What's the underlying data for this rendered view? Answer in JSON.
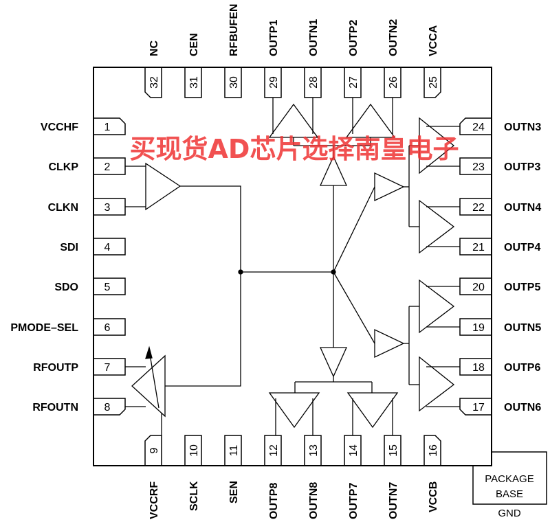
{
  "watermark": "买现货AD芯片选择南皇电子",
  "pins": {
    "p1": {
      "num": "1",
      "name": "VCCHF"
    },
    "p2": {
      "num": "2",
      "name": "CLKP"
    },
    "p3": {
      "num": "3",
      "name": "CLKN"
    },
    "p4": {
      "num": "4",
      "name": "SDI"
    },
    "p5": {
      "num": "5",
      "name": "SDO"
    },
    "p6": {
      "num": "6",
      "name": "PMODE–SEL"
    },
    "p7": {
      "num": "7",
      "name": "RFOUTP"
    },
    "p8": {
      "num": "8",
      "name": "RFOUTN"
    },
    "p9": {
      "num": "9",
      "name": "VCCRF"
    },
    "p10": {
      "num": "10",
      "name": "SCLK"
    },
    "p11": {
      "num": "11",
      "name": "SEN"
    },
    "p12": {
      "num": "12",
      "name": "OUTP8"
    },
    "p13": {
      "num": "13",
      "name": "OUTN8"
    },
    "p14": {
      "num": "14",
      "name": "OUTP7"
    },
    "p15": {
      "num": "15",
      "name": "OUTN7"
    },
    "p16": {
      "num": "16",
      "name": "VCCB"
    },
    "p17": {
      "num": "17",
      "name": "OUTN6"
    },
    "p18": {
      "num": "18",
      "name": "OUTP6"
    },
    "p19": {
      "num": "19",
      "name": "OUTN5"
    },
    "p20": {
      "num": "20",
      "name": "OUTP5"
    },
    "p21": {
      "num": "21",
      "name": "OUTP4"
    },
    "p22": {
      "num": "22",
      "name": "OUTN4"
    },
    "p23": {
      "num": "23",
      "name": "OUTP3"
    },
    "p24": {
      "num": "24",
      "name": "OUTN3"
    },
    "p25": {
      "num": "25",
      "name": "VCCA"
    },
    "p26": {
      "num": "26",
      "name": "OUTN2"
    },
    "p27": {
      "num": "27",
      "name": "OUTP2"
    },
    "p28": {
      "num": "28",
      "name": "OUTN1"
    },
    "p29": {
      "num": "29",
      "name": "OUTP1"
    },
    "p30": {
      "num": "30",
      "name": "RFBUFEN"
    },
    "p31": {
      "num": "31",
      "name": "CEN"
    },
    "p32": {
      "num": "32",
      "name": "NC"
    }
  },
  "package_base": {
    "line1": "PACKAGE",
    "line2": "BASE",
    "gnd": "GND"
  }
}
